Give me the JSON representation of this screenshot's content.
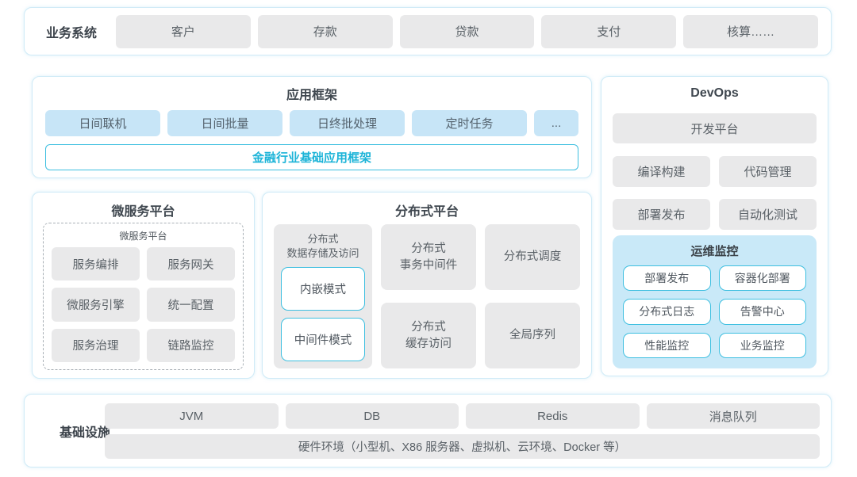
{
  "colors": {
    "panel_border": "#d0ebf7",
    "chip_gray_bg": "#e9e9ea",
    "chip_blue_bg": "#c7e5f7",
    "accent_cyan_border": "#3ebfe0",
    "accent_cyan_text": "#1db4d8",
    "monitor_bg": "#c9e9f8",
    "title_text": "#3f474f"
  },
  "business": {
    "label": "业务系统",
    "items": [
      "客户",
      "存款",
      "贷款",
      "支付",
      "核算……"
    ]
  },
  "app_framework": {
    "title": "应用框架",
    "chips": [
      "日间联机",
      "日间批量",
      "日终批处理",
      "定时任务",
      "..."
    ],
    "base": "金融行业基础应用框架"
  },
  "microservice": {
    "title": "微服务平台",
    "inner_label": "微服务平台",
    "items": [
      "服务编排",
      "服务网关",
      "微服务引擎",
      "统一配置",
      "服务治理",
      "链路监控"
    ]
  },
  "distributed": {
    "title": "分布式平台",
    "storage": {
      "label": "分布式\n数据存储及访问",
      "modes": [
        "内嵌模式",
        "中间件模式"
      ]
    },
    "col2": [
      "分布式\n事务中间件",
      "分布式\n缓存访问"
    ],
    "col3": [
      "分布式调度",
      "全局序列"
    ]
  },
  "devops": {
    "title": "DevOps",
    "platform": "开发平台",
    "grid": [
      "编译构建",
      "代码管理",
      "部署发布",
      "自动化测试"
    ],
    "monitor": {
      "title": "运维监控",
      "items": [
        "部署发布",
        "容器化部署",
        "分布式日志",
        "告警中心",
        "性能监控",
        "业务监控"
      ]
    }
  },
  "infrastructure": {
    "label": "基础设施",
    "items": [
      "JVM",
      "DB",
      "Redis",
      "消息队列"
    ],
    "hardware": "硬件环境（小型机、X86 服务器、虚拟机、云环境、Docker 等）"
  }
}
